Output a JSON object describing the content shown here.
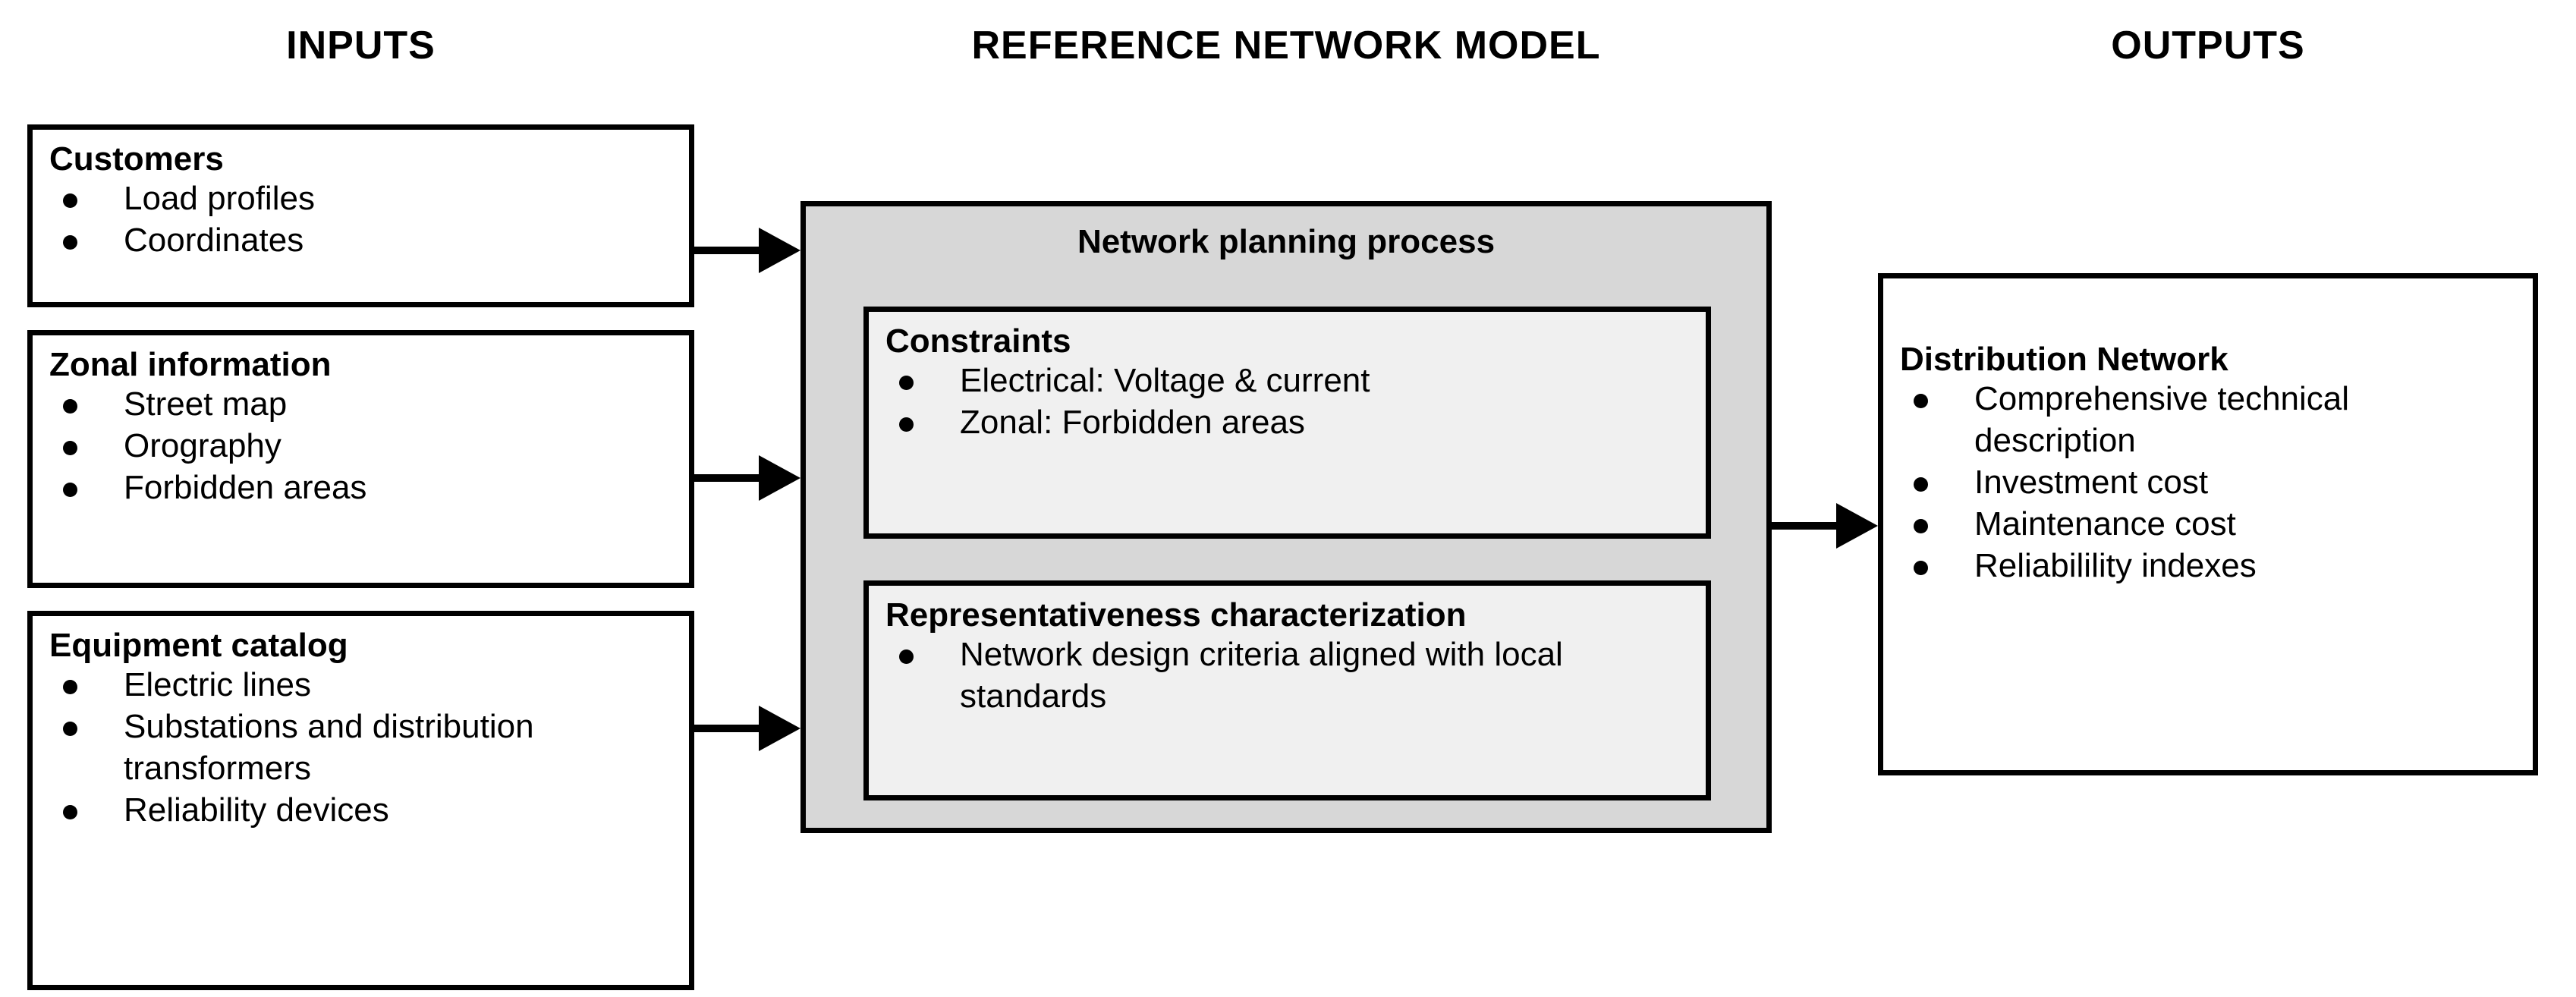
{
  "headings": {
    "inputs": "INPUTS",
    "reference_network_model": "REFERENCE NETWORK MODEL",
    "outputs": "OUTPUTS"
  },
  "inputs": {
    "boxes": [
      {
        "title": "Customers",
        "items": [
          "Load profiles",
          "Coordinates"
        ]
      },
      {
        "title": "Zonal information",
        "items": [
          "Street map",
          "Orography",
          "Forbidden areas"
        ]
      },
      {
        "title": "Equipment catalog",
        "items": [
          "Electric lines",
          "Substations and distribution transformers",
          "Reliability devices"
        ]
      }
    ]
  },
  "reference_network_model": {
    "process_title": "Network planning process",
    "panels": [
      {
        "title": "Constraints",
        "items": [
          "Electrical: Voltage & current",
          "Zonal: Forbidden areas"
        ]
      },
      {
        "title": "Representativeness characterization",
        "items": [
          "Network design criteria aligned with local standards"
        ]
      }
    ]
  },
  "outputs": {
    "boxes": [
      {
        "title": "Distribution Network",
        "items": [
          "Comprehensive technical description",
          "Investment cost",
          "Maintenance cost",
          "Reliabilility indexes"
        ]
      }
    ]
  },
  "arrows": [
    {
      "name": "customers-to-rnm"
    },
    {
      "name": "zonal-to-rnm"
    },
    {
      "name": "equipment-to-rnm"
    },
    {
      "name": "rnm-to-distribution-network"
    }
  ],
  "colors": {
    "stroke": "#000000",
    "background": "#ffffff",
    "rnm_fill": "#d7d7d7",
    "panel_fill": "#f0f0f0"
  }
}
